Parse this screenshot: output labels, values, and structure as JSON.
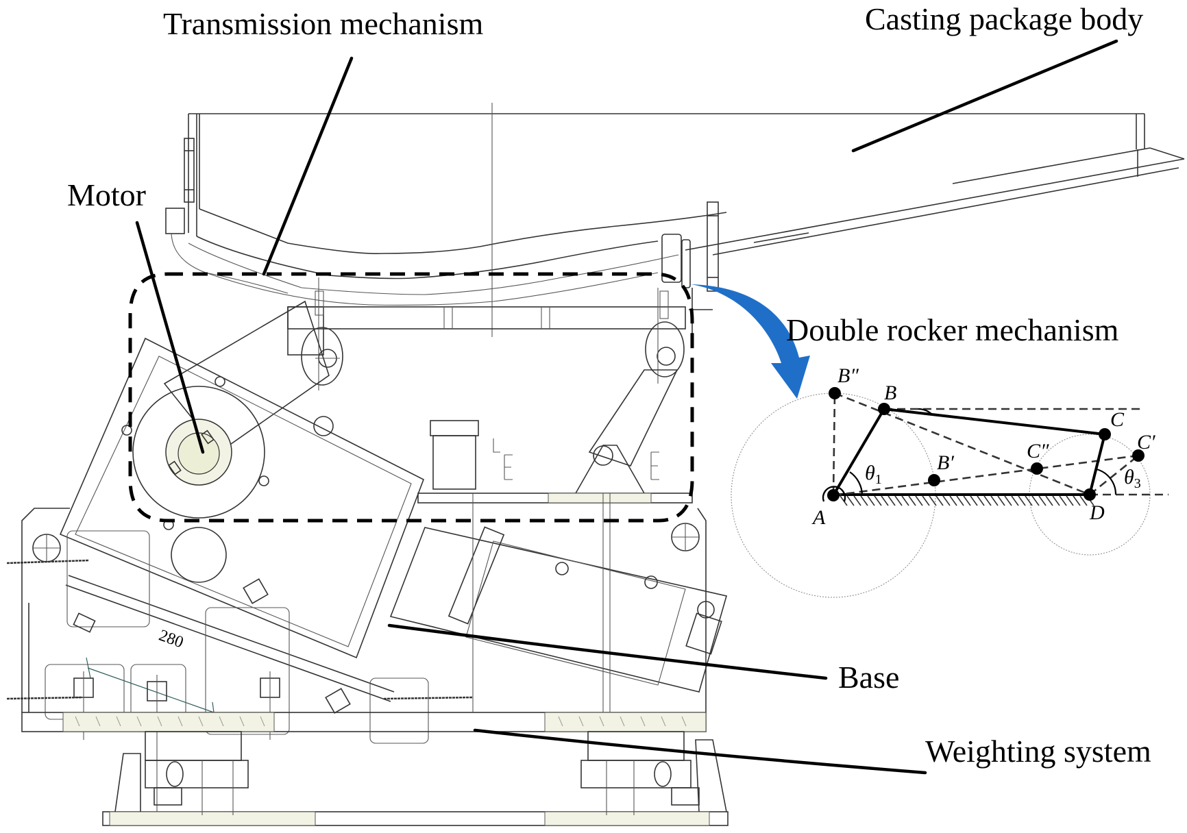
{
  "callouts": {
    "transmission": "Transmission mechanism",
    "casting_body": "Casting package body",
    "motor": "Motor",
    "double_rocker": "Double rocker mechanism",
    "base": "Base",
    "weighting": "Weighting system"
  },
  "dimension": {
    "value": "280"
  },
  "mechanism": {
    "points": {
      "A": "A",
      "B": "B",
      "B_prime": "B′",
      "B_double_prime": "B″",
      "C": "C",
      "C_prime": "C′",
      "C_double_prime": "C″",
      "D": "D"
    },
    "angles": {
      "theta1_symbol": "θ",
      "theta1_sub": "1",
      "theta3_symbol": "θ",
      "theta3_sub": "3"
    }
  },
  "colors": {
    "arrow": "#1f6fc9",
    "leader": "#000000",
    "drawing": "#333333"
  }
}
